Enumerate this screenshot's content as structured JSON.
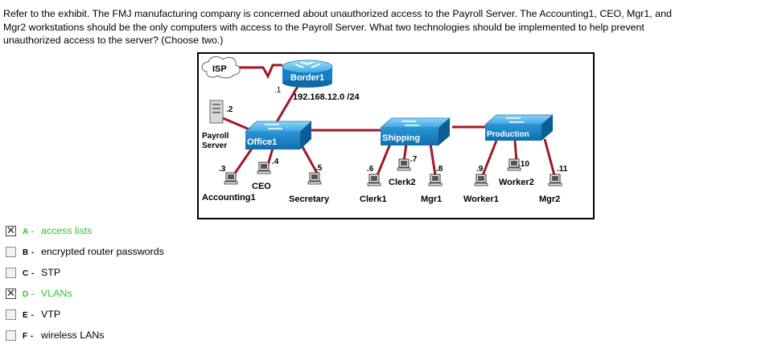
{
  "question": {
    "line1": "Refer to the exhibit. The FMJ manufacturing company is concerned about unauthorized access to the Payroll Server. The Accounting1, CEO, Mgr1, and",
    "line2": "Mgr2 workstations should be the only computers with access to the Payroll Server. What two technologies should be implemented to help prevent",
    "line3": "unauthorized access to the server? (Choose two.)"
  },
  "exhibit": {
    "isp": "ISP",
    "border_router": "Border1",
    "border_ip_suffix": ".1",
    "network": "192.168.12.0 /24",
    "server_ip": ".2",
    "server_line1": "Payroll",
    "server_line2": "Server",
    "switches": {
      "office": "Office1",
      "shipping": "Shipping",
      "production": "Production"
    },
    "hosts": {
      "accounting": {
        "ip": ".3",
        "name": "Accounting1"
      },
      "ceo": {
        "ip": ".4",
        "name": "CEO"
      },
      "secretary": {
        "ip": ".5",
        "name": "Secretary"
      },
      "clerk1": {
        "ip": ".6",
        "name": "Clerk1"
      },
      "clerk2": {
        "ip": ".7",
        "name": "Clerk2"
      },
      "mgr1": {
        "ip": ".8",
        "name": "Mgr1"
      },
      "worker1": {
        "ip": ".9",
        "name": "Worker1"
      },
      "worker2": {
        "ip": ".10",
        "name": "Worker2"
      },
      "mgr2": {
        "ip": ".11",
        "name": "Mgr2"
      }
    }
  },
  "answers": [
    {
      "letter": "A -",
      "text": "access lists",
      "checked": true
    },
    {
      "letter": "B -",
      "text": "encrypted router passwords",
      "checked": false
    },
    {
      "letter": "C -",
      "text": "STP",
      "checked": false
    },
    {
      "letter": "D -",
      "text": "VLANs",
      "checked": true
    },
    {
      "letter": "E -",
      "text": "VTP",
      "checked": false
    },
    {
      "letter": "F -",
      "text": "wireless LANs",
      "checked": false
    }
  ],
  "colors": {
    "correct": "#22cc22",
    "link": "#a0182a",
    "device": "#1e8fd0"
  },
  "icons": {
    "checked_mark": "✕"
  }
}
